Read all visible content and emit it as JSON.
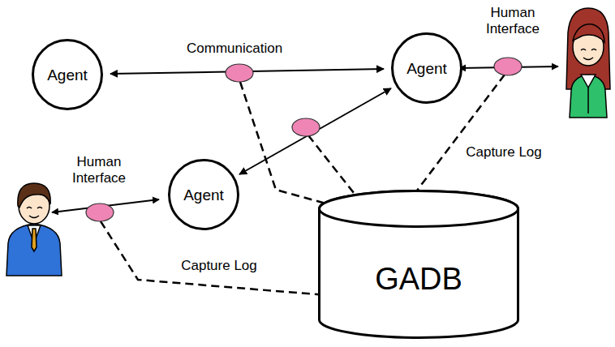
{
  "diagram": {
    "nodes": [
      {
        "text": [
          "Agent"
        ]
      },
      {
        "text": [
          "Agent"
        ]
      },
      {
        "text": [
          "Agent"
        ]
      },
      {
        "text": [
          "GADB"
        ]
      }
    ],
    "edges": [
      {
        "from": 0,
        "to": 1,
        "label": "Communication",
        "arrow": "both"
      },
      {
        "from": 2,
        "to": 1,
        "arrow": "both"
      }
    ],
    "labels": [
      "Human Interface",
      "Capture Log",
      "Human Interface",
      "Capture Log"
    ]
  }
}
